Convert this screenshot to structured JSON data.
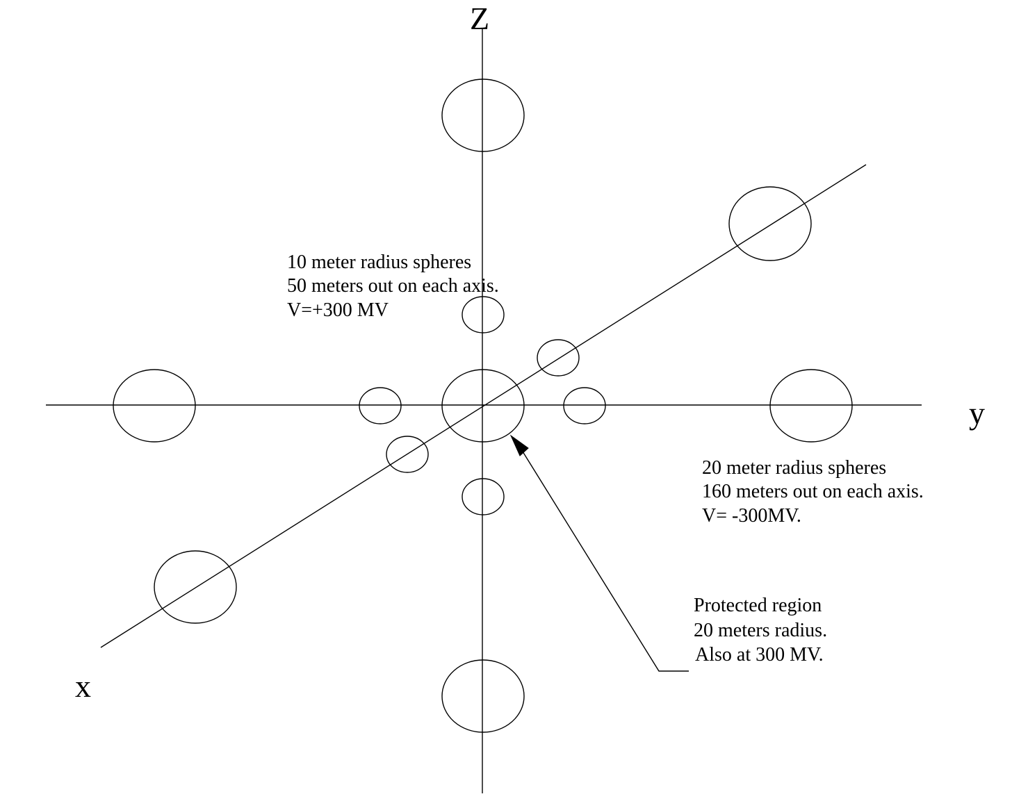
{
  "axes": {
    "z_label": "Z",
    "y_label": "y",
    "x_label": "x"
  },
  "annotations": {
    "small_spheres": {
      "line1": "10 meter radius spheres",
      "line2": "50 meters out on each axis.",
      "line3": "V=+300 MV"
    },
    "large_spheres": {
      "line1": "20 meter radius spheres",
      "line2": "160 meters out on each axis.",
      "line3": "V= -300MV."
    },
    "protected_region": {
      "line1": "Protected region",
      "line2": "20 meters radius.",
      "line3": "Also at 300 MV."
    }
  },
  "colors": {
    "ink": "#000000",
    "background": "#ffffff"
  }
}
